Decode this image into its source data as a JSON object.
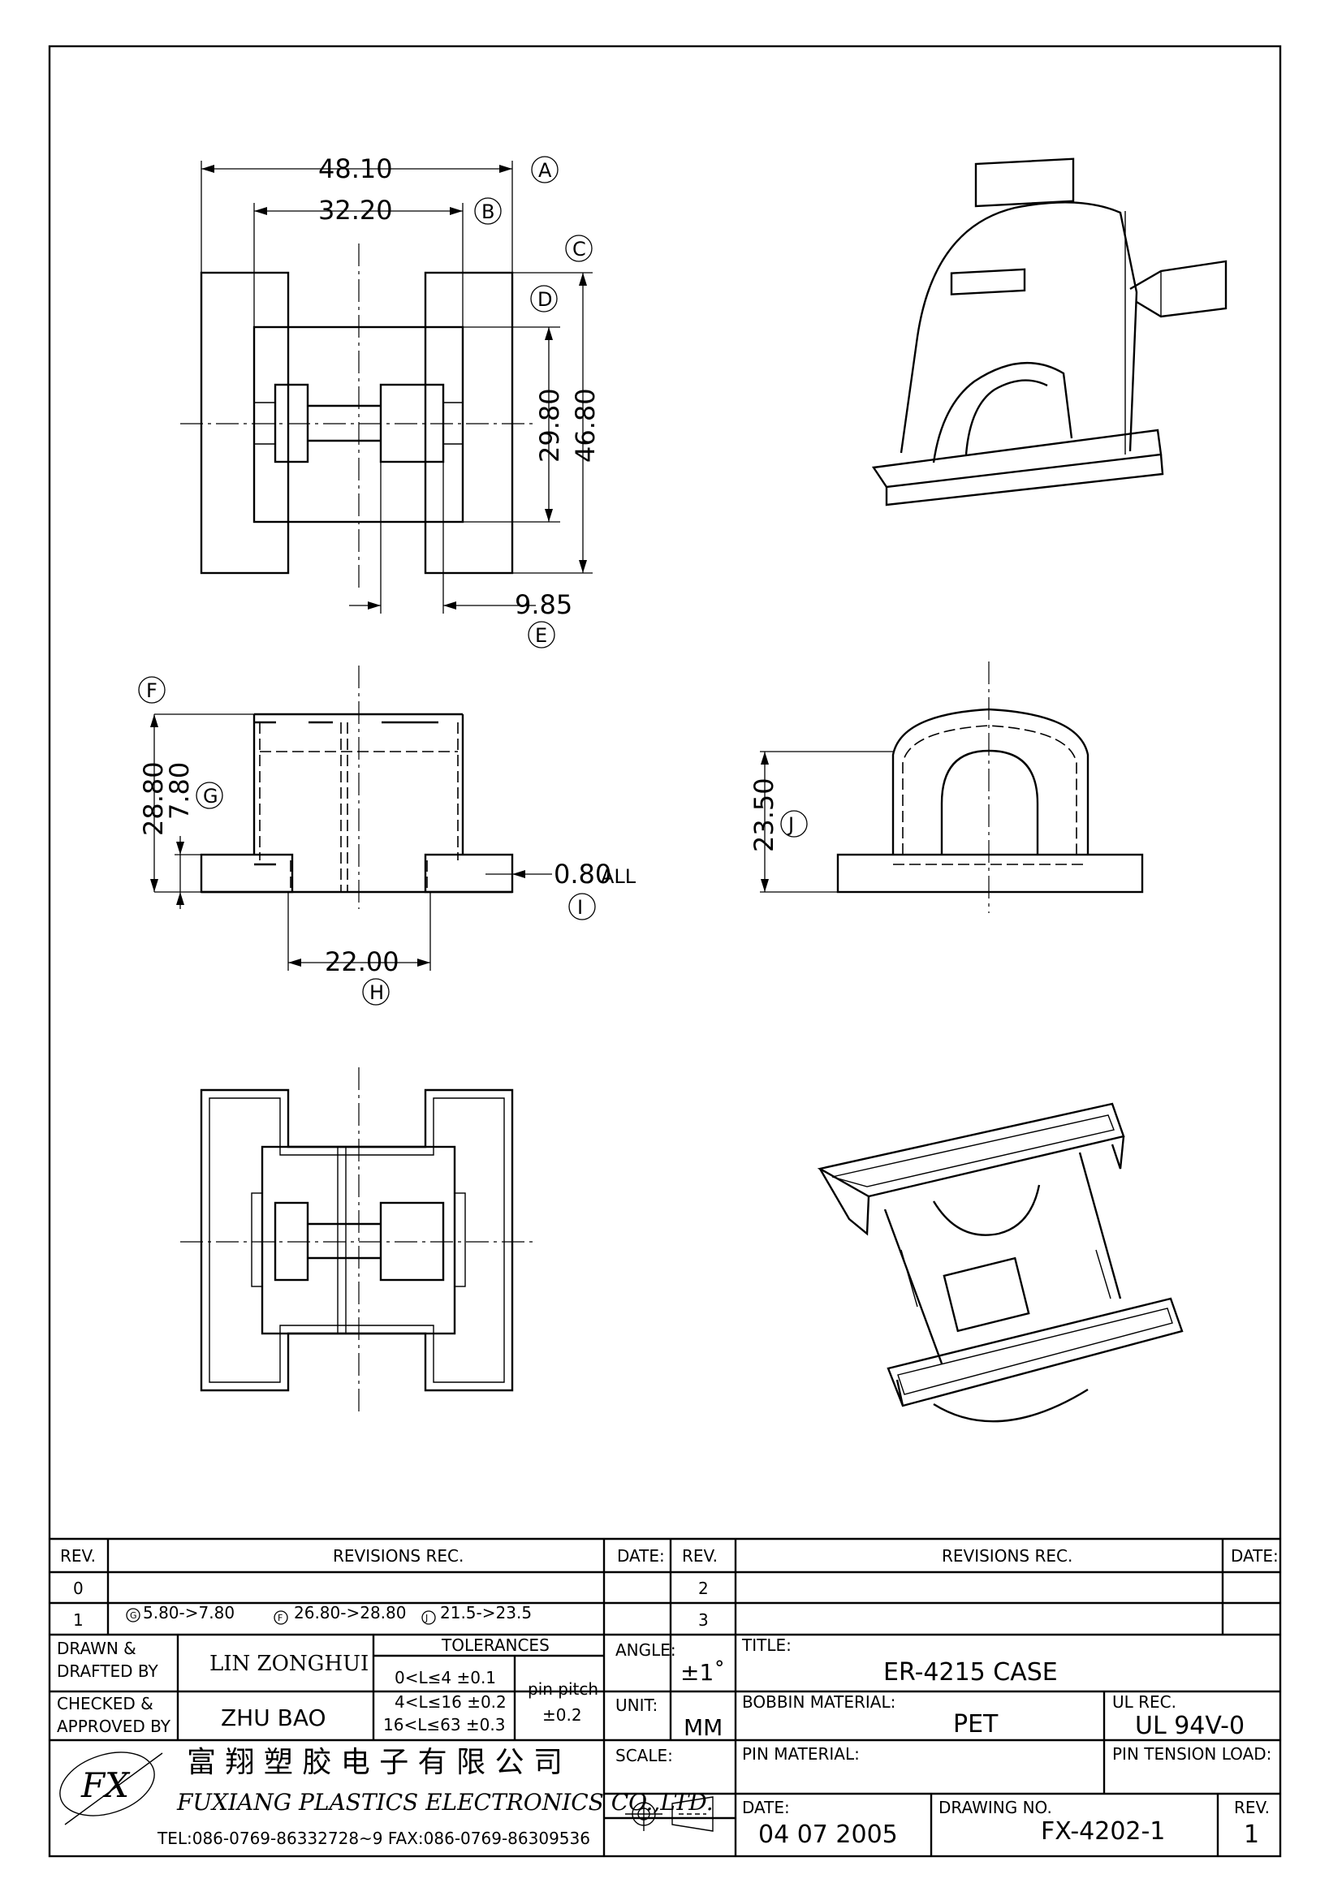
{
  "dimensions": {
    "d48": "48.10",
    "d32": "32.20",
    "d29": "29.80",
    "d46": "46.80",
    "d985": "9.85",
    "d288": "28.80",
    "d78": "7.80",
    "d080": "0.80",
    "d_all": "ALL",
    "d22": "22.00",
    "d235": "23.50"
  },
  "callouts": {
    "A": "A",
    "B": "B",
    "C": "C",
    "D": "D",
    "E": "E",
    "F": "F",
    "G": "G",
    "H": "H",
    "I": "I",
    "J": "J"
  },
  "revisions": {
    "rev_header": "REV.",
    "rec_header": "REVISIONS   REC.",
    "date_header": "DATE:",
    "rows_left": [
      {
        "rev": "0",
        "text": ""
      },
      {
        "rev": "1",
        "g_mark": "G",
        "g_text": "5.80->7.80",
        "f_mark": "F",
        "f_text": "26.80->28.80",
        "j_mark": "J",
        "j_text": "21.5->23.5"
      }
    ],
    "rows_right": [
      {
        "rev": "2"
      },
      {
        "rev": "3"
      }
    ]
  },
  "title_block": {
    "drawn_label_1": "DRAWN  &",
    "drawn_label_2": "DRAFTED  BY",
    "drawn_name": "LIN ZONGHUI",
    "checked_label_1": "CHECKED  &",
    "checked_label_2": "APPROVED  BY",
    "checked_name": "ZHU  BAO",
    "tolerances_header": "TOLERANCES",
    "tol_1": "0<L≤4    ±0.1",
    "tol_2": "4<L≤16  ±0.2",
    "tol_3": "16<L≤63  ±0.3",
    "pin_pitch_label": "pin pitch",
    "pin_pitch_value": "±0.2",
    "angle_label": "ANGLE:",
    "angle_value": "±1˚",
    "unit_label": "UNIT:",
    "unit_value": "MM",
    "scale_label": "SCALE:",
    "title_label": "TITLE:",
    "title_value": "ER-4215  CASE",
    "bobbin_label": "BOBBIN  MATERIAL:",
    "bobbin_value": "PET",
    "ul_label": "UL  REC.",
    "ul_value": "UL  94V-0",
    "pin_material_label": "PIN  MATERIAL:",
    "pin_tension_label": "PIN  TENSION  LOAD:",
    "date_label": "DATE:",
    "date_value": "04  07  2005",
    "drawing_no_label": "DRAWING  NO.",
    "drawing_no_value": "FX-4202-1",
    "rev_label": "REV.",
    "rev_value": "1",
    "company_cn": "富  翔  塑  胶  电  子  有  限  公  司",
    "company_en": "FUXIANG  PLASTICS  ELECTRONICS  CO.,LTD.",
    "company_contact": "TEL:086-0769-86332728~9  FAX:086-0769-86309536",
    "logo_text": "FX"
  }
}
